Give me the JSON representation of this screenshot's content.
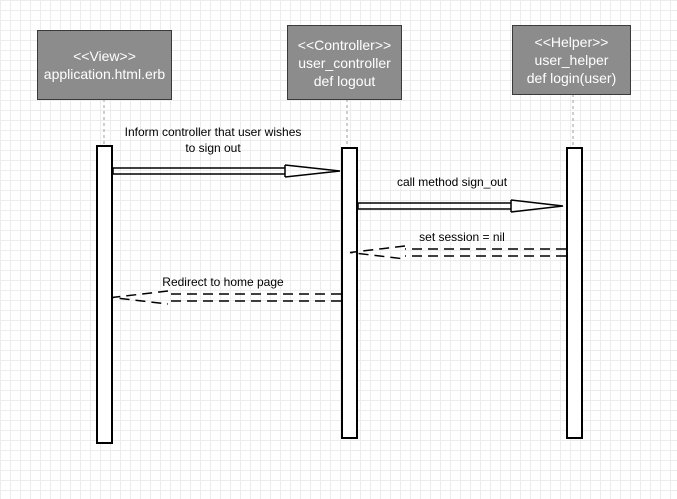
{
  "actors": [
    {
      "stereotype": "<<View>>",
      "name": "application.html.erb",
      "method": ""
    },
    {
      "stereotype": "<<Controller>>",
      "name": "user_controller",
      "method": "def logout"
    },
    {
      "stereotype": "<<Helper>>",
      "name": "user_helper",
      "method": "def login(user)"
    }
  ],
  "messages": [
    {
      "line1": "Inform controller that user wishes",
      "line2": "to sign out",
      "kind": "call"
    },
    {
      "line1": "call method sign_out",
      "kind": "call"
    },
    {
      "line1": "set session = nil",
      "kind": "return"
    },
    {
      "line1": "Redirect to home page",
      "kind": "return"
    }
  ],
  "colors": {
    "actor_fill": "#8c8c8c",
    "actor_text": "#ffffff",
    "line": "#000000",
    "grid": "#ececec"
  }
}
